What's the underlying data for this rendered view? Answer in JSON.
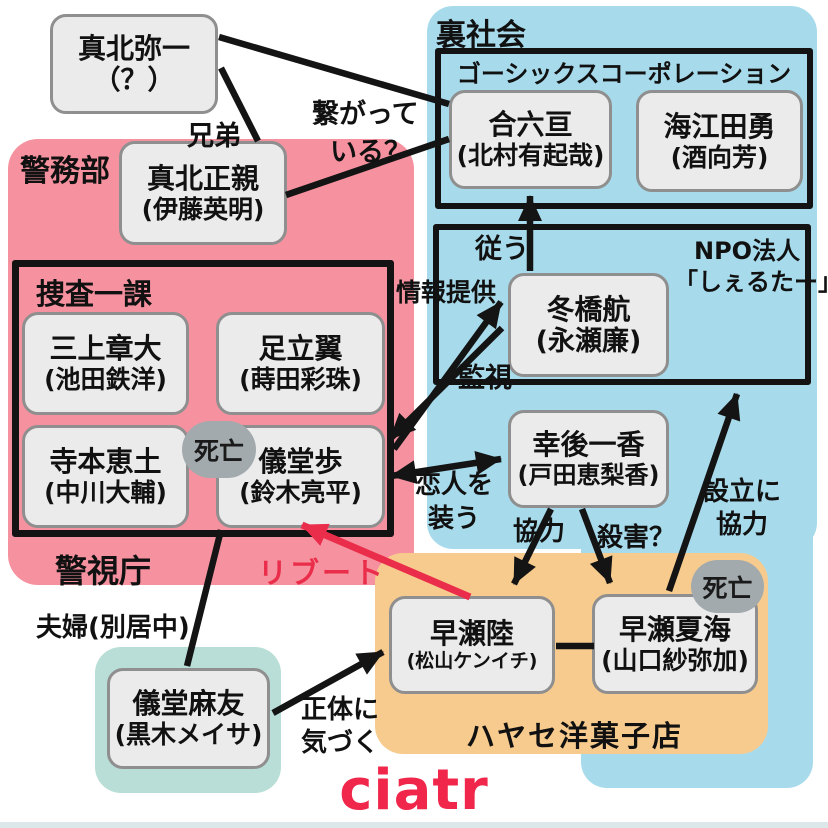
{
  "colors": {
    "pink": "#f6929f",
    "blue": "#a7dbec",
    "orange": "#f7cb8e",
    "teal": "#b9ded8",
    "box_fill": "#ebebeb",
    "box_border": "#8f8f8f",
    "frame_border": "#131313",
    "badge_gray": "#a2aaad",
    "arrow_black": "#141414",
    "accent_red": "#e92d4a",
    "logo_red": "#f0264b"
  },
  "areas": {
    "police_dept": "警務部",
    "police_hq": "警視庁",
    "underworld": "裏社会",
    "unit1": "捜査一課",
    "gothics_corp": "ゴーシックスコーポレーション",
    "npo_line1": "NPO法人",
    "npo_line2": "「しぇるたー」",
    "hayase_shop": "ハヤセ洋菓子店"
  },
  "people": {
    "makita_yaichi": {
      "name": "真北弥一",
      "actor": "（？）"
    },
    "makita_masachika": {
      "name": "真北正親",
      "actor": "(伊藤英明)"
    },
    "goroku_wataru": {
      "name": "合六亘",
      "actor": "(北村有起哉)"
    },
    "kaieda_isamu": {
      "name": "海江田勇",
      "actor": "(酒向芳)"
    },
    "fuyuhashi_wataru": {
      "name": "冬橋航",
      "actor": "(永瀬廉)"
    },
    "mikami_shota": {
      "name": "三上章大",
      "actor": "(池田鉄洋)"
    },
    "adachi_tsubasa": {
      "name": "足立翼",
      "actor": "(蒔田彩珠)"
    },
    "teramoto_keito": {
      "name": "寺本恵土",
      "actor": "(中川大輔)"
    },
    "gido_ayumu": {
      "name": "儀堂歩",
      "actor": "(鈴木亮平)"
    },
    "kogo_ichika": {
      "name": "幸後一香",
      "actor": "(戸田恵梨香)"
    },
    "gido_mayu": {
      "name": "儀堂麻友",
      "actor": "(黒木メイサ)"
    },
    "hayase_riku": {
      "name": "早瀬陸",
      "actor": "(松山ケンイチ)"
    },
    "hayase_natsumi": {
      "name": "早瀬夏海",
      "actor": "(山口紗弥加)"
    }
  },
  "relations": {
    "brothers": "兄弟",
    "connected_line1": "繋がって",
    "connected_line2": "いる？",
    "obey": "従う",
    "info_provide": "情報提供",
    "surveillance": "監視",
    "lovers_line1": "恋人を",
    "lovers_line2": "装う",
    "cooperate": "協力",
    "murder": "殺害？",
    "founding_line1": "設立に",
    "founding_line2": "協力",
    "reboot": "リブート",
    "couple_separated": "夫婦(別居中)",
    "identity_line1": "正体に",
    "identity_line2": "気づく",
    "death": "死亡"
  },
  "logo": "ciatr"
}
